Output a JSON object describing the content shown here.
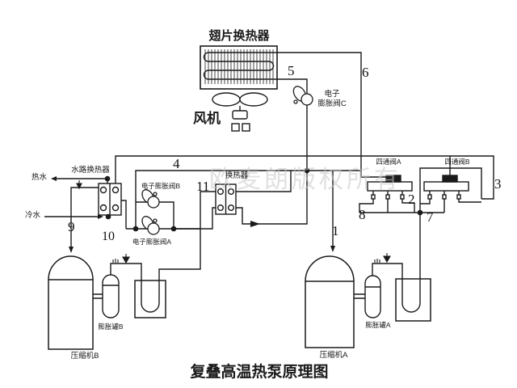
{
  "title": "复叠高温热泵原理图",
  "watermark": "欧麦朗版权所有",
  "labels": {
    "finned_hx": "翅片换热器",
    "fan": "风机",
    "eev_c_1": "电子",
    "eev_c_2": "膨胀阀C",
    "water_hx": "水路换热器",
    "hot_water": "热水",
    "cold_water": "冷水",
    "eev_b": "电子膨胀阀B",
    "eev_a": "电子膨胀阀A",
    "cascade_hx": "换热器",
    "four_way_a": "四通阀A",
    "four_way_b": "四通阀B",
    "compressor_b": "压缩机B",
    "compressor_a": "压缩机A",
    "tank_b": "膨胀罐B",
    "tank_a": "膨胀罐A"
  },
  "points": {
    "1": "1",
    "2": "2",
    "3": "3",
    "4": "4",
    "5": "5",
    "6": "6",
    "7": "7",
    "8": "8",
    "9": "9",
    "10": "10",
    "11": "11"
  },
  "colors": {
    "line": "#1a1a1a",
    "watermark": "#c8c8c8",
    "background": "#ffffff"
  }
}
